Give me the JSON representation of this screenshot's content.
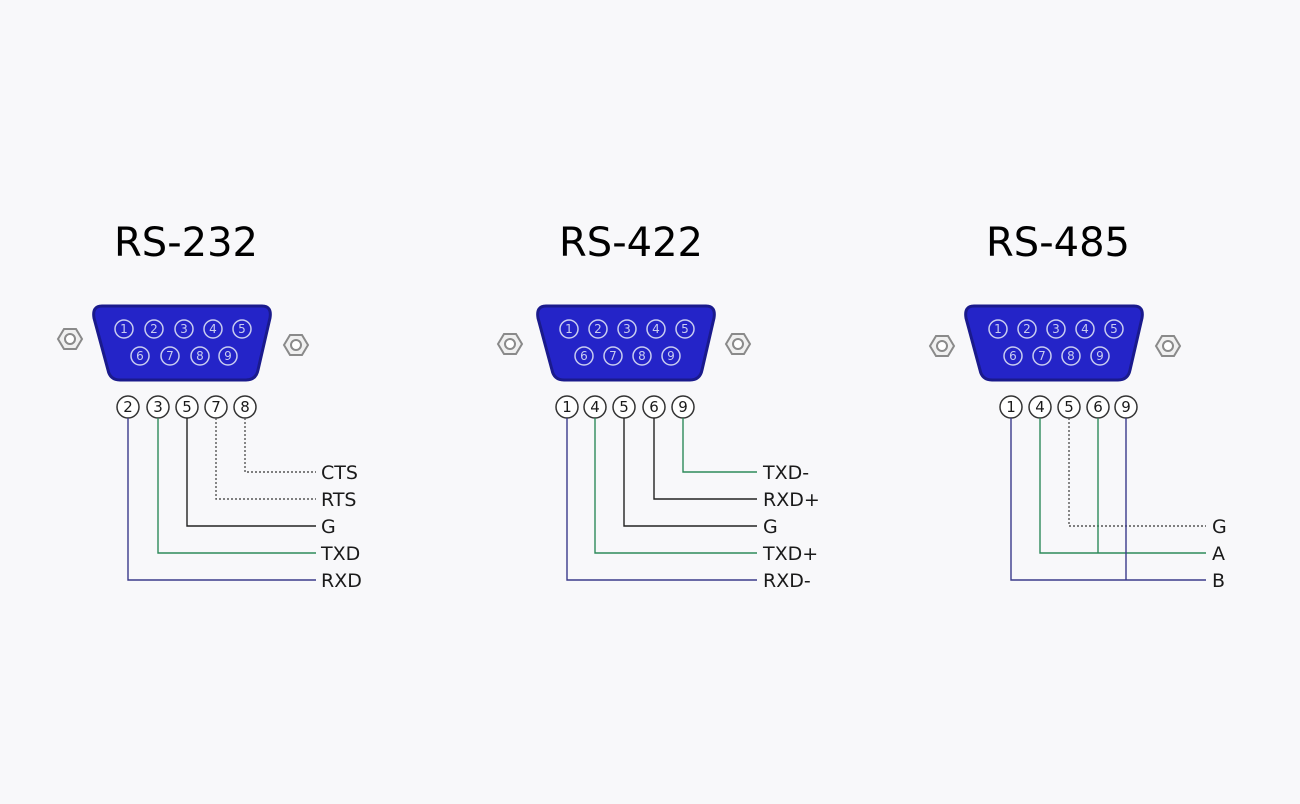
{
  "colors": {
    "background": "#f8f8fa",
    "connector_fill": "#2424c8",
    "connector_stroke": "#1a1a8c",
    "pin_numbers": "#c8ccf0",
    "label_text": "#1a1a1a",
    "screw": "#8a8a8a",
    "wire_purple": "#3a3a8a",
    "wire_green": "#2e8a5a",
    "wire_black": "#222222",
    "wire_dotted": "#555555"
  },
  "connector_pins": {
    "top_row": [
      "1",
      "2",
      "3",
      "4",
      "5"
    ],
    "bottom_row": [
      "6",
      "7",
      "8",
      "9"
    ]
  },
  "diagrams": [
    {
      "title": "RS-232",
      "used_pins": [
        "2",
        "3",
        "5",
        "7",
        "8"
      ],
      "wires": [
        {
          "pin": "8",
          "signal": "CTS",
          "style": "dotted",
          "color_key": "wire_dotted"
        },
        {
          "pin": "7",
          "signal": "RTS",
          "style": "dotted",
          "color_key": "wire_dotted"
        },
        {
          "pin": "5",
          "signal": "G",
          "style": "solid",
          "color_key": "wire_black"
        },
        {
          "pin": "3",
          "signal": "TXD",
          "style": "solid",
          "color_key": "wire_green"
        },
        {
          "pin": "2",
          "signal": "RXD",
          "style": "solid",
          "color_key": "wire_purple"
        }
      ]
    },
    {
      "title": "RS-422",
      "used_pins": [
        "1",
        "4",
        "5",
        "6",
        "9"
      ],
      "wires": [
        {
          "pin": "9",
          "signal": "TXD-",
          "style": "solid",
          "color_key": "wire_green"
        },
        {
          "pin": "6",
          "signal": "RXD+",
          "style": "solid",
          "color_key": "wire_black"
        },
        {
          "pin": "5",
          "signal": "G",
          "style": "solid",
          "color_key": "wire_black"
        },
        {
          "pin": "4",
          "signal": "TXD+",
          "style": "solid",
          "color_key": "wire_green"
        },
        {
          "pin": "1",
          "signal": "RXD-",
          "style": "solid",
          "color_key": "wire_purple"
        }
      ]
    },
    {
      "title": "RS-485",
      "used_pins": [
        "1",
        "4",
        "5",
        "6",
        "9"
      ],
      "wires": [
        {
          "pin": "5",
          "signal": "G",
          "style": "dotted",
          "color_key": "wire_dotted"
        },
        {
          "pin": "4",
          "signal": "A",
          "style": "solid",
          "color_key": "wire_green"
        },
        {
          "pin": "6",
          "signal": "A",
          "style": "solid",
          "color_key": "wire_green"
        },
        {
          "pin": "1",
          "signal": "B",
          "style": "solid",
          "color_key": "wire_purple"
        },
        {
          "pin": "9",
          "signal": "B",
          "style": "solid",
          "color_key": "wire_purple"
        }
      ],
      "labels": [
        "G",
        "A",
        "B"
      ]
    }
  ]
}
